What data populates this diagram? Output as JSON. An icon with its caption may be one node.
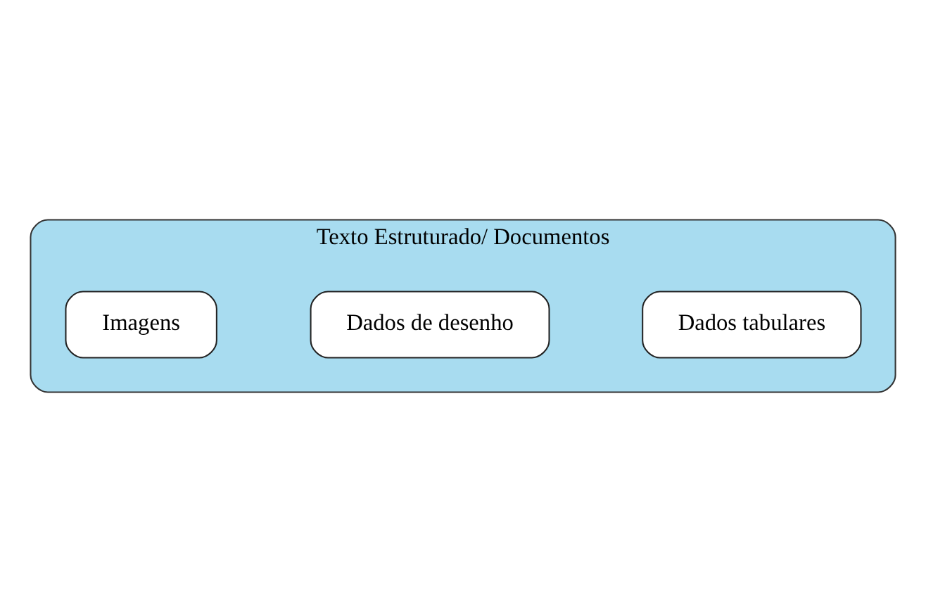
{
  "diagram": {
    "nodes": [
      {
        "text": [
          "Texto Estruturado/ Documentos"
        ]
      },
      {
        "text": [
          "Dados tabulares"
        ],
        "in": 0
      },
      {
        "text": [
          "Dados de desenho"
        ],
        "in": 0
      },
      {
        "text": [
          "Imagens"
        ],
        "in": 0
      }
    ]
  }
}
